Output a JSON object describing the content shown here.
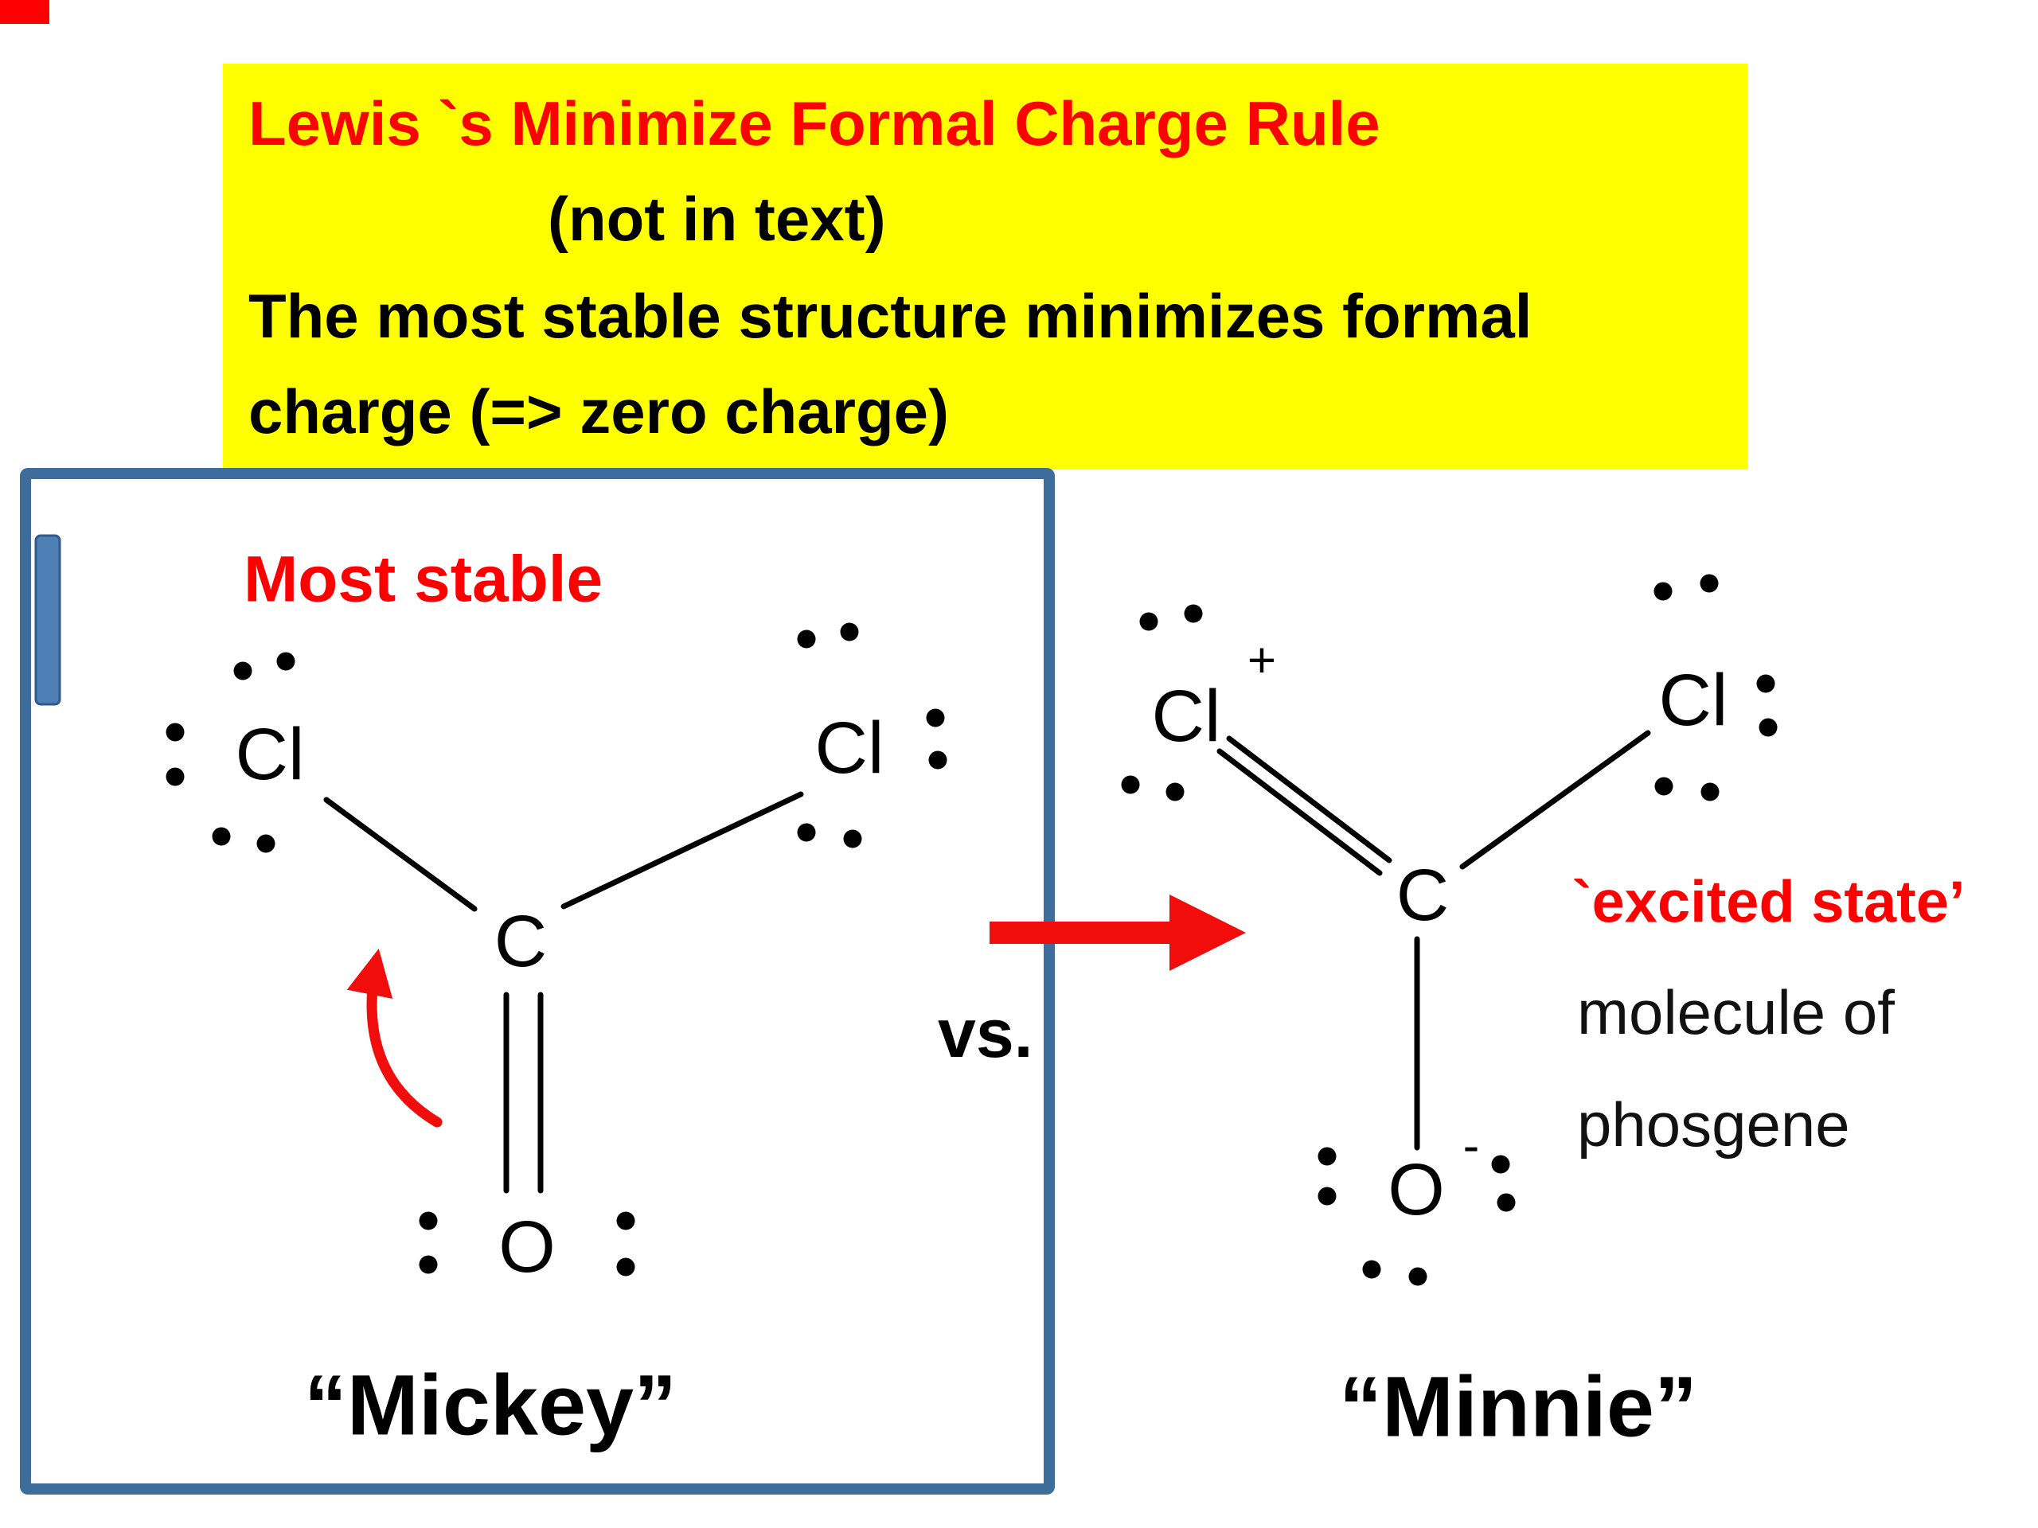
{
  "banner": {
    "title": "Lewis `s Minimize Formal Charge Rule",
    "line2": "(not in text)",
    "line3": "The most stable structure minimizes formal",
    "line4": "charge (=> zero charge)"
  },
  "left_structure": {
    "heading": "Most stable",
    "caption": "“Mickey”",
    "atoms": {
      "cl_left": "Cl",
      "cl_right": "Cl",
      "carbon": "C",
      "oxygen": "O"
    }
  },
  "comparison": {
    "vs_label": "vs."
  },
  "right_structure": {
    "caption": "“Minnie”",
    "atoms": {
      "cl_left": "Cl",
      "cl_left_charge": "+",
      "cl_right": "Cl",
      "carbon": "C",
      "oxygen": "O",
      "oxygen_charge": "-"
    },
    "annotation": {
      "excited": "`excited state’",
      "line1": "molecule of",
      "line2": "phosgene"
    }
  },
  "colors": {
    "banner_bg": "#FFFF00",
    "accent_red": "#FF0000",
    "arrow_red": "#F20D0D",
    "box_border_blue": "#3E6D9C",
    "tab_blue": "#4E7FB5",
    "text_black": "#000000"
  }
}
